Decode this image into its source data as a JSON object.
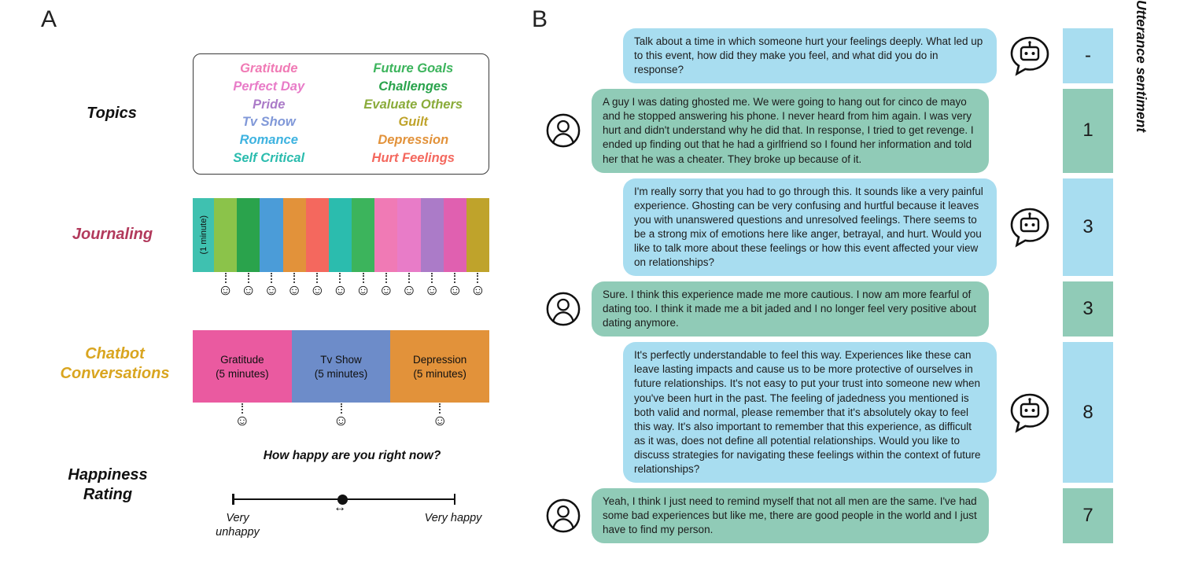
{
  "panel_a": {
    "label": "A",
    "topics": {
      "label": "Topics",
      "left_column": [
        {
          "text": "Gratitude",
          "color": "#f07ab5"
        },
        {
          "text": "Perfect Day",
          "color": "#e87cc8"
        },
        {
          "text": "Pride",
          "color": "#ab7bc8"
        },
        {
          "text": "Tv Show",
          "color": "#8098d8"
        },
        {
          "text": "Romance",
          "color": "#3eb3e0"
        },
        {
          "text": "Self Critical",
          "color": "#2bbcae"
        }
      ],
      "right_column": [
        {
          "text": "Future Goals",
          "color": "#3cb45c"
        },
        {
          "text": "Challenges",
          "color": "#2aa34c"
        },
        {
          "text": "Evaluate Others",
          "color": "#8aab3a"
        },
        {
          "text": "Guilt",
          "color": "#bfa32b"
        },
        {
          "text": "Depression",
          "color": "#e2923a"
        },
        {
          "text": "Hurt Feelings",
          "color": "#f4685e"
        }
      ]
    },
    "journaling": {
      "label": "Journaling",
      "label_color": "#b23a5c",
      "duration_label": "(1 minute)",
      "duration_segment_color": "#3fc1b0",
      "segment_colors": [
        "#8bc34a",
        "#2aa34c",
        "#4b9cd8",
        "#e2923a",
        "#f4685e",
        "#2bbcae",
        "#3cb45c",
        "#f07ab5",
        "#e87cc8",
        "#ab7bc8",
        "#e060b0",
        "#bfa32b"
      ],
      "smiley": "☺"
    },
    "chatbot_conversations": {
      "label": "Chatbot Conversations",
      "label_color": "#d9a520",
      "blocks": [
        {
          "title": "Gratitude",
          "subtitle": "(5 minutes)",
          "color": "#ea5aa0"
        },
        {
          "title": "Tv Show",
          "subtitle": "(5 minutes)",
          "color": "#6d8cc9"
        },
        {
          "title": "Depression",
          "subtitle": "(5 minutes)",
          "color": "#e2923a"
        }
      ],
      "smiley": "☺"
    },
    "happiness_rating": {
      "label": "Happiness Rating",
      "question": "How happy are you right now?",
      "left_label": "Very unhappy",
      "right_label": "Very happy"
    }
  },
  "panel_b": {
    "label": "B",
    "sentiment_axis_label": "Utterance sentiment",
    "colors": {
      "bot": "#a8ddf0",
      "user": "#90cbb7"
    },
    "messages": [
      {
        "speaker": "bot",
        "sentiment": "-",
        "text": "Talk about a time in which someone hurt your feelings deeply. What led up to this event, how did they make you feel, and what did you do in response?"
      },
      {
        "speaker": "user",
        "sentiment": "1",
        "text": "A guy I was dating ghosted me. We were going to hang out for cinco de mayo and he stopped answering his phone. I never heard from him again. I was very hurt and didn't understand why he did that. In response, I tried to get revenge. I ended up finding out that he had a girlfriend so I found her information and told her that he was a cheater. They broke up because of it."
      },
      {
        "speaker": "bot",
        "sentiment": "3",
        "text": "I'm really sorry that you had to go through this. It sounds like a very painful experience. Ghosting can be very confusing and hurtful because it leaves you with unanswered questions and unresolved feelings. There seems to be a strong mix of emotions here like anger, betrayal, and hurt. Would you like to talk more about these feelings or how this event affected your view on relationships?"
      },
      {
        "speaker": "user",
        "sentiment": "3",
        "text": "Sure. I think this experience made me more cautious. I now am more fearful of dating too. I think it made me a bit jaded and I no longer feel very positive about dating anymore."
      },
      {
        "speaker": "bot",
        "sentiment": "8",
        "text": "It's perfectly understandable to feel this way. Experiences like these can leave lasting impacts and cause us to be more protective of ourselves in future relationships. It's not easy to put your trust into someone new when you've been hurt in the past. The feeling of jadedness you mentioned is both valid and normal, please remember that it's absolutely okay to feel this way. It's also important to remember that this experience, as difficult as it was, does not define all potential relationships. Would you like to discuss strategies for navigating these feelings within the context of future relationships?"
      },
      {
        "speaker": "user",
        "sentiment": "7",
        "text": "Yeah, I think I just need to remind myself that not all men are the same. I've had some bad experiences but like me, there are good people in the world and I just have to find my person."
      }
    ]
  }
}
